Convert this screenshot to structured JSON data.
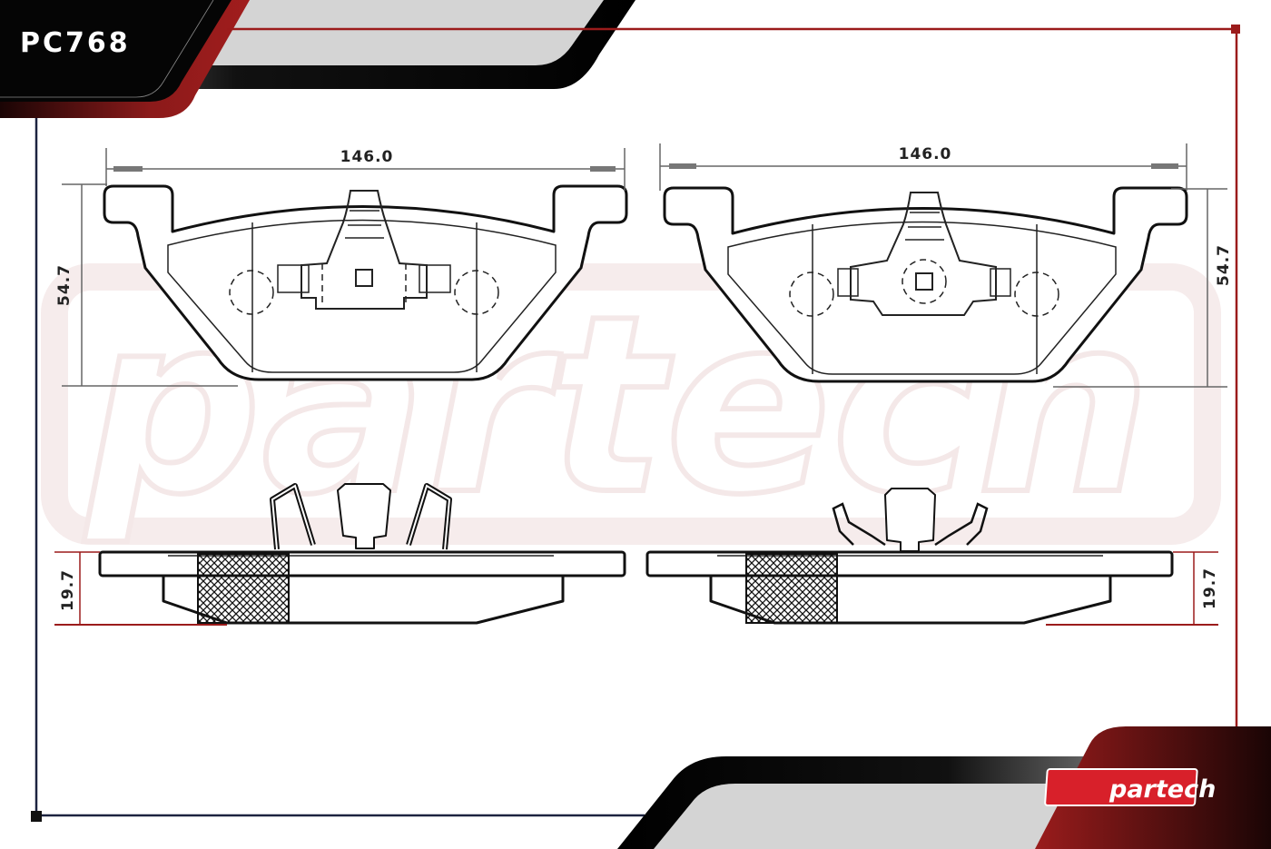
{
  "header": {
    "part_number": "PC768"
  },
  "dimensions": {
    "width_left": "146.0",
    "width_right": "146.0",
    "height_left": "54.7",
    "height_right": "54.7",
    "thickness_left": "19.7",
    "thickness_right": "19.7"
  },
  "brand": {
    "logo_text": "partech",
    "watermark_text": "partech"
  },
  "colors": {
    "accent_red": "#9b1b1b",
    "frame_navy": "#1c2340",
    "header_black": "#050505",
    "band_gray": "#d4d4d4"
  }
}
